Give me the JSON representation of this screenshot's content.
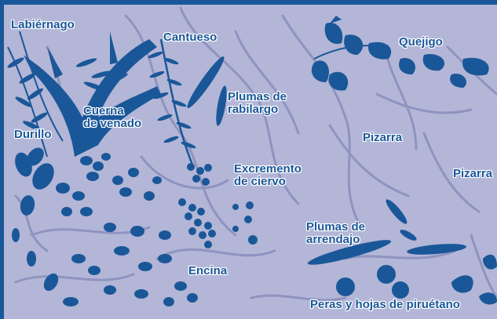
{
  "colors": {
    "background": "#b3b6d6",
    "ink": "#1a5799",
    "vein": "#8e93c0",
    "frame": "#1a5799"
  },
  "labels": {
    "labiernago": "Labiérnago",
    "cantueso": "Cantueso",
    "quejigo": "Quejigo",
    "plumas_rabilargo": [
      "Plumas de",
      "rabilargo"
    ],
    "cuerna_venado": [
      "Cuerna",
      "de venado"
    ],
    "durillo": "Durillo",
    "pizarra_1": "Pizarra",
    "pizarra_2": "Pizarra",
    "excremento_ciervo": [
      "Excremento",
      "de ciervo"
    ],
    "plumas_arrendajo": [
      "Plumas de",
      "arrendajo"
    ],
    "encina": "Encina",
    "peras_piruetano": "Peras y hojas de piruétano"
  },
  "icons": [
    "antler-icon",
    "leaf-icon",
    "feather-icon",
    "pellet-icon",
    "acorn-icon",
    "pear-icon"
  ]
}
